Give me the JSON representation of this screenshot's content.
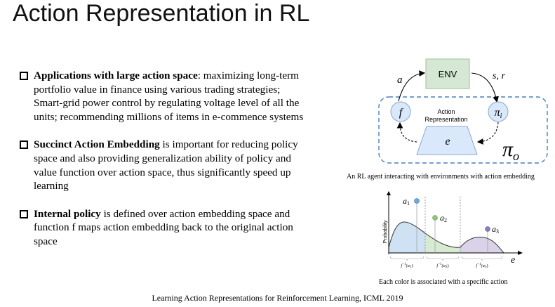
{
  "slide": {
    "title": "Action Representation in RL",
    "bullets": [
      {
        "bold": "Applications with large action space",
        "rest": ": maximizing long-term portfolio value in finance using various trading strategies; Smart-grid power control by regulating voltage level of all the units; recommending millions of items in e-commence systems"
      },
      {
        "bold": "Succinct Action Embedding",
        "rest": " is important for reducing policy space and also providing generalization ability of policy and value function over action space, thus significantly speed up learning"
      },
      {
        "bold": "Internal policy",
        "rest": " is defined over action embedding space and function f maps action embedding back to the original action space"
      }
    ],
    "footer": "Learning Action Representations for Reinforcement Learning, ICML 2019"
  },
  "diagram": {
    "env_label": "ENV",
    "action_label": "a",
    "state_reward_label": "s, r",
    "f_label": "f",
    "pi_i_label": "π",
    "pi_i_sub": "i",
    "action_repr_line1": "Action",
    "action_repr_line2": "Representation",
    "e_label": "e",
    "pi_o_label": "π",
    "pi_o_sub": "o",
    "caption": "An RL agent interacting with environments with action embedding",
    "colors": {
      "env_fill": "#d5e8d4",
      "env_stroke": "#9fbf8f",
      "node_fill": "#dae8fc",
      "node_stroke": "#8aa6cc",
      "trap_fill": "#dae8fc",
      "dash": "#4a7fc1"
    }
  },
  "plot": {
    "ylabel": "Probability",
    "xlabel": "e",
    "points": [
      {
        "label": "a",
        "sub": "1",
        "color": "#6fa8dc"
      },
      {
        "label": "a",
        "sub": "2",
        "color": "#93c47d"
      },
      {
        "label": "a",
        "sub": "3",
        "color": "#8e7cc3"
      }
    ],
    "ranges": [
      {
        "label": "f",
        "sup": "−1",
        "arg": "(a",
        "argsub": "1",
        "close": ")"
      },
      {
        "label": "f",
        "sup": "−1",
        "arg": "(a",
        "argsub": "2",
        "close": ")"
      },
      {
        "label": "f",
        "sup": "−1",
        "arg": "(a",
        "argsub": "3",
        "close": ")"
      }
    ],
    "colors": {
      "region1": "#cfe2f3",
      "region2": "#d9ead3",
      "region3": "#d9d2e9",
      "curve": "#333333"
    },
    "caption": "Each color is associated with a specific action"
  }
}
